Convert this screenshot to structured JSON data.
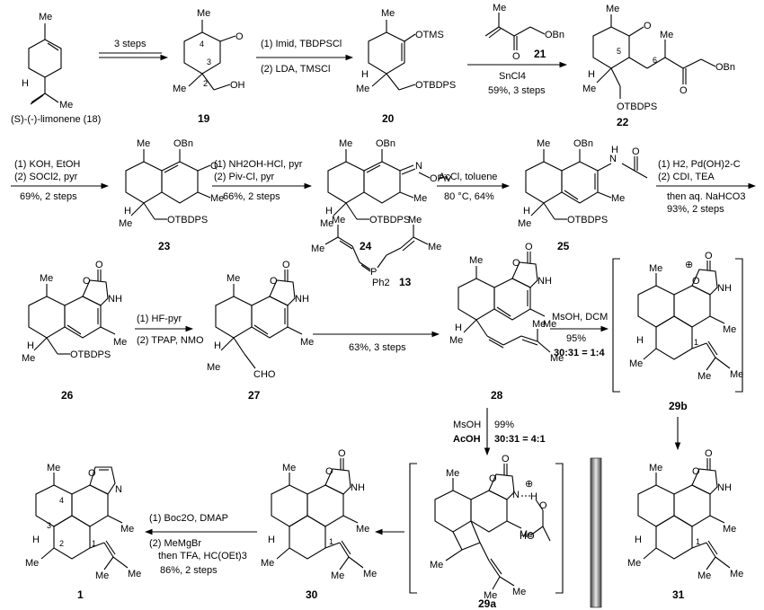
{
  "labels": {
    "c18": "(S)-(-)-limonene (18)",
    "c19": "19",
    "c20": "20",
    "c21": "21",
    "c22": "22",
    "c23": "23",
    "c24": "24",
    "c25": "25",
    "c26": "26",
    "c27": "27",
    "c13": "13",
    "c28": "28",
    "c29b": "29b",
    "c29a": "29a",
    "c30": "30",
    "c31": "31",
    "c1": "1"
  },
  "atoms": {
    "Me": "Me",
    "OBn": "OBn",
    "OTMS": "OTMS",
    "OTBDPS": "OTBDPS",
    "OH": "OH",
    "O": "O",
    "N": "N",
    "NH": "NH",
    "H": "H",
    "OPiv": "OPiv",
    "CHO": "CHO",
    "Ph2": "Ph2",
    "P": "P",
    "plus": "⊕",
    "HO": "HO"
  },
  "numbers": [
    "1",
    "2",
    "3",
    "4",
    "5",
    "6"
  ],
  "conditions": {
    "s1": "3 steps",
    "s2a": "(1) Imid, TBDPSCl",
    "s2b": "(2) LDA, TMSCl",
    "s3a": "SnCl4",
    "s3b": "59%, 3 steps",
    "s4a": "(1) KOH, EtOH",
    "s4b": "(2) SOCl2, pyr",
    "s4c": "69%, 2 steps",
    "s5a": "(1) NH2OH-HCl, pyr",
    "s5b": "(2) Piv-Cl, pyr",
    "s5c": "66%, 2 steps",
    "s6a": "AcCl, toluene",
    "s6b": "80 °C, 64%",
    "s7a": "(1) H2, Pd(OH)2-C",
    "s7b": "(2) CDI, TEA",
    "s7c": "then aq. NaHCO3",
    "s7d": "93%, 2 steps",
    "s8a": "(1) HF-pyr",
    "s8b": "(2) TPAP, NMO",
    "s9": "63%, 3 steps",
    "s10a": "MsOH, DCM",
    "s10b": "95%",
    "s10c": "30:31 = 1:4",
    "s11a": "MsOH",
    "s11b": "AcOH",
    "s11c": "99%",
    "s11d": "30:31 = 4:1",
    "s12a": "(1) Boc2O, DMAP",
    "s12b": "(2) MeMgBr",
    "s12c": "then TFA, HC(OEt)3",
    "s12d": "86%, 2 steps"
  }
}
